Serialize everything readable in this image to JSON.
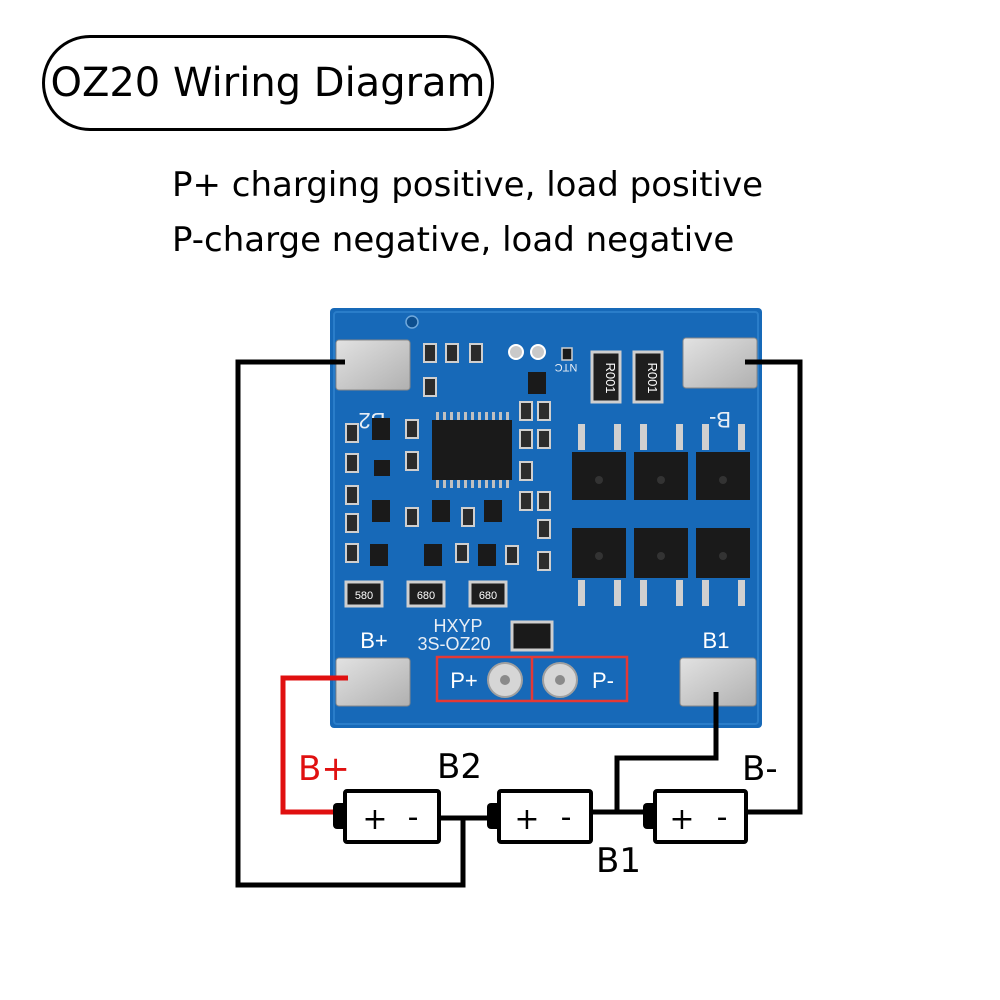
{
  "title": "OZ20 Wiring Diagram",
  "description": [
    "P+ charging positive, load positive",
    "P-charge negative, load negative"
  ],
  "board": {
    "pad_b2": "B2",
    "pad_bminus": "B-",
    "pad_bplus": "B+",
    "pad_b1": "B1",
    "model_line1": "HXYP",
    "model_line2": "3S-OZ20",
    "p_plus": "P+",
    "p_minus": "P-",
    "ntc_label": "NTC",
    "shunt_labels": [
      "R001",
      "R001"
    ],
    "resistor_labels": [
      "580",
      "680",
      "680"
    ]
  },
  "wiring": {
    "bplus_label": "B+",
    "b2_label": "B2",
    "b1_label": "B1",
    "bminus_label": "B-",
    "cell_plus": "+",
    "cell_minus": "-"
  },
  "colors": {
    "pcb": "#1769b8",
    "pad": "#c8c8c8",
    "wire": "#000000",
    "bplus_wire": "#e01010",
    "p_box": "#e53935"
  }
}
